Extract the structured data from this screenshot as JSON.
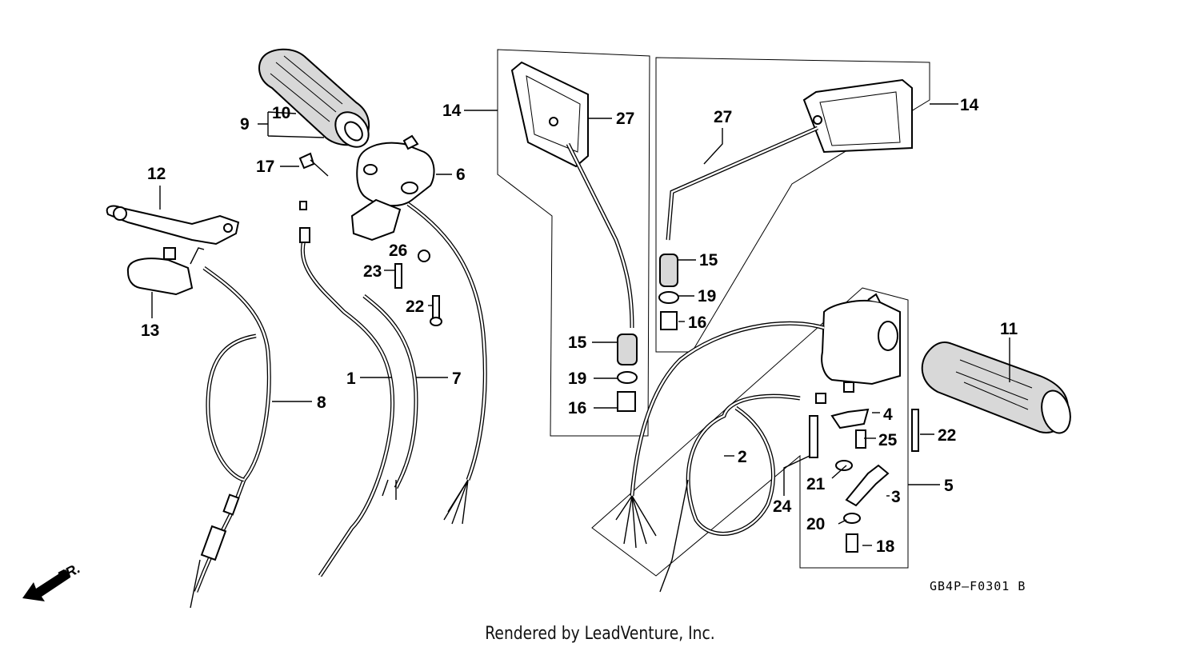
{
  "diagram": {
    "labels": {
      "l1": "1",
      "l2": "2",
      "l3": "3",
      "l4": "4",
      "l5": "5",
      "l6": "6",
      "l7": "7",
      "l8": "8",
      "l9": "9",
      "l10": "10",
      "l11": "11",
      "l12": "12",
      "l13": "13",
      "l14a": "14",
      "l14b": "14",
      "l15a": "15",
      "l15b": "15",
      "l16a": "16",
      "l16b": "16",
      "l17": "17",
      "l18": "18",
      "l19a": "19",
      "l19b": "19",
      "l20": "20",
      "l21": "21",
      "l22a": "22",
      "l22b": "22",
      "l23": "23",
      "l24": "24",
      "l25": "25",
      "l26": "26",
      "l27a": "27",
      "l27b": "27"
    },
    "diagram_code": "GB4P–F0301 B",
    "direction_label": "FR."
  },
  "footer": {
    "credit": "Rendered by LeadVenture, Inc."
  }
}
